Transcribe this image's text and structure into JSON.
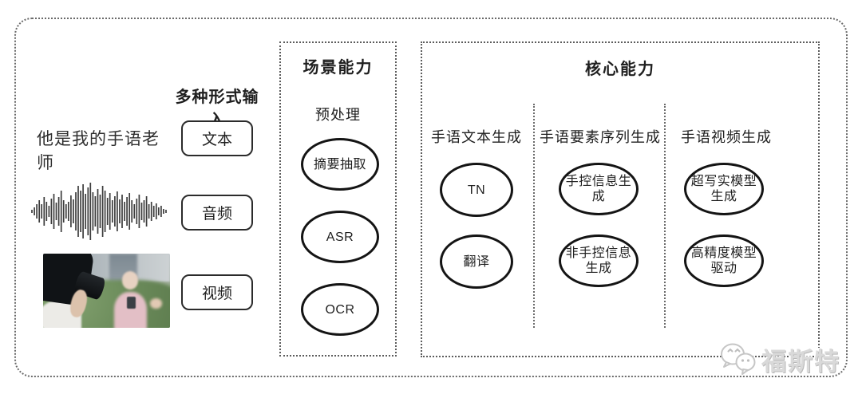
{
  "diagram": {
    "input_section": {
      "title": "多种形式输入",
      "sample_text": "他是我的手语老师",
      "inputs": [
        {
          "label": "文本"
        },
        {
          "label": "音频"
        },
        {
          "label": "视频"
        }
      ],
      "media": {
        "audio_icon": "audio-waveform",
        "video_icon": "reporter-filming-photo"
      }
    },
    "scene_box": {
      "title": "场景能力",
      "subtitle": "预处理",
      "nodes": [
        "摘要抽取",
        "ASR",
        "OCR"
      ]
    },
    "core_box": {
      "title": "核心能力",
      "columns": [
        {
          "header": "手语文本生成",
          "nodes": [
            "TN",
            "翻译"
          ]
        },
        {
          "header": "手语要素序列生成",
          "nodes": [
            "手控信息生成",
            "非手控信息生成"
          ]
        },
        {
          "header": "手语视频生成",
          "nodes": [
            "超写实模型生成",
            "高精度模型驱动"
          ]
        }
      ]
    },
    "watermark": {
      "text": "福斯特",
      "icon": "chat-bubbles-icon"
    }
  },
  "colors": {
    "ink": "#1f1f1f",
    "shape_stroke": "#141414",
    "dotted_border": "#5c5c5c",
    "watermark_gray": "#d9d9d9",
    "background": "#ffffff"
  },
  "audio_waveform": {
    "heights": [
      2,
      5,
      9,
      14,
      9,
      18,
      12,
      7,
      16,
      22,
      11,
      18,
      26,
      14,
      9,
      12,
      20,
      15,
      24,
      32,
      26,
      34,
      22,
      30,
      36,
      24,
      19,
      28,
      21,
      32,
      26,
      17,
      23,
      14,
      19,
      25,
      15,
      21,
      12,
      18,
      23,
      14,
      9,
      16,
      21,
      11,
      14,
      19,
      9,
      12,
      7,
      10,
      5,
      7,
      3,
      2
    ]
  }
}
